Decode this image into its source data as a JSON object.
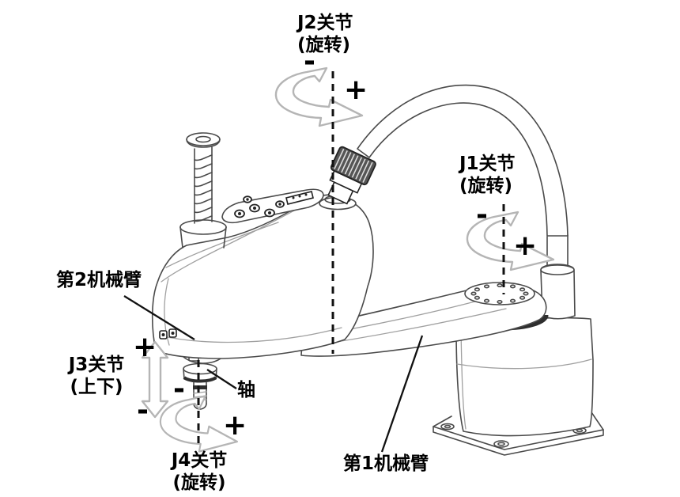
{
  "diagram": {
    "type": "scara-robot-joint-diagram",
    "joints": {
      "j1": {
        "name": "J1关节",
        "motion": "(旋转)",
        "minus": "-",
        "plus": "+"
      },
      "j2": {
        "name": "J2关节",
        "motion": "(旋转)",
        "minus": "-",
        "plus": "+"
      },
      "j3": {
        "name": "J3关节",
        "motion": "(上下)",
        "minus": "-",
        "plus": "+"
      },
      "j4": {
        "name": "J4关节",
        "motion": "(旋转)",
        "minus": "-",
        "plus": "+"
      }
    },
    "parts": {
      "arm1": "第1机械臂",
      "arm2": "第2机械臂",
      "shaft": "轴"
    },
    "colors": {
      "outline": "#4a4a4a",
      "outline_light": "#a0a0a0",
      "dark_fill": "#2e2e2e",
      "arrow": "#b5b5b5",
      "axis": "#111111",
      "text": "#000000",
      "background": "#ffffff"
    }
  }
}
